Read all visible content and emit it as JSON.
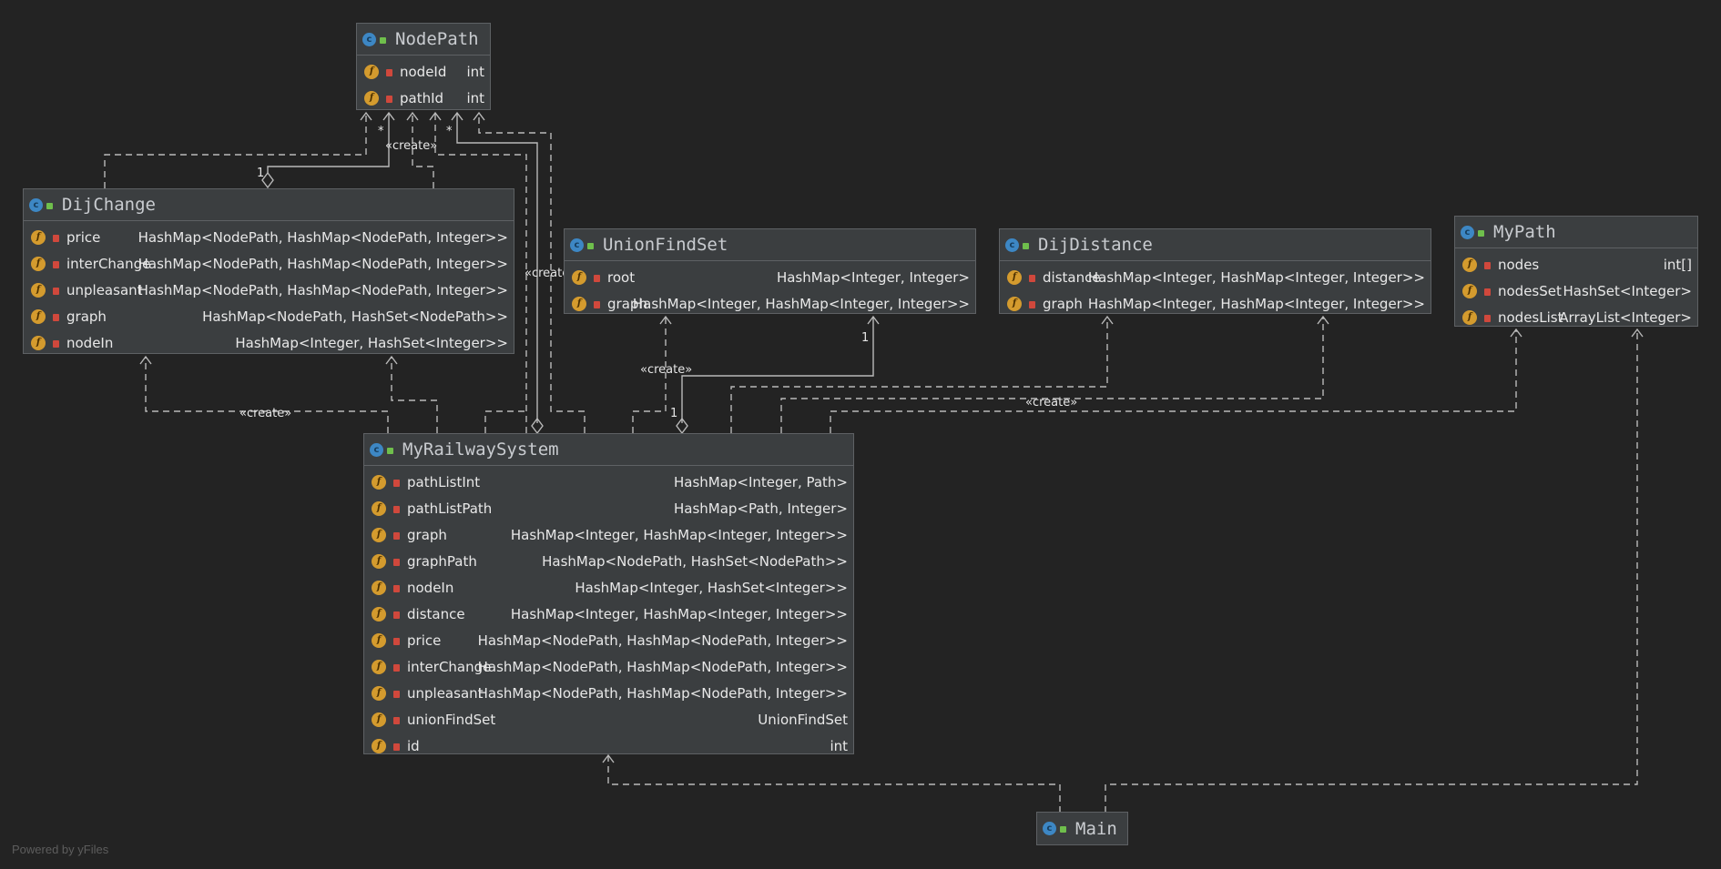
{
  "footer": {
    "watermark": "Powered by yFiles"
  },
  "stereotype_label": "«create»",
  "multiplicity": {
    "star": "*",
    "one": "1"
  },
  "icons": {
    "class": "class-icon",
    "field": "field-icon",
    "private": "lock-icon",
    "visibility": "public-visibility-icon"
  },
  "colors": {
    "background": "#232323",
    "node": "#3b3e40",
    "class_icon": "#3d87c4",
    "field_icon": "#d49b2e",
    "lock": "#d0483c",
    "edge": "#b9b9b9"
  },
  "classes": {
    "NodePath": {
      "title": "NodePath",
      "fields": [
        {
          "name": "nodeId",
          "type": "int"
        },
        {
          "name": "pathId",
          "type": "int"
        }
      ]
    },
    "DijChange": {
      "title": "DijChange",
      "fields": [
        {
          "name": "price",
          "type": "HashMap<NodePath, HashMap<NodePath, Integer>>"
        },
        {
          "name": "interChange",
          "type": "HashMap<NodePath, HashMap<NodePath, Integer>>"
        },
        {
          "name": "unpleasant",
          "type": "HashMap<NodePath, HashMap<NodePath, Integer>>"
        },
        {
          "name": "graph",
          "type": "HashMap<NodePath, HashSet<NodePath>>"
        },
        {
          "name": "nodeIn",
          "type": "HashMap<Integer, HashSet<Integer>>"
        }
      ]
    },
    "UnionFindSet": {
      "title": "UnionFindSet",
      "fields": [
        {
          "name": "root",
          "type": "HashMap<Integer, Integer>"
        },
        {
          "name": "graph",
          "type": "HashMap<Integer, HashMap<Integer, Integer>>"
        }
      ]
    },
    "DijDistance": {
      "title": "DijDistance",
      "fields": [
        {
          "name": "distance",
          "type": "HashMap<Integer, HashMap<Integer, Integer>>"
        },
        {
          "name": "graph",
          "type": "HashMap<Integer, HashMap<Integer, Integer>>"
        }
      ]
    },
    "MyPath": {
      "title": "MyPath",
      "fields": [
        {
          "name": "nodes",
          "type": "int[]"
        },
        {
          "name": "nodesSet",
          "type": "HashSet<Integer>"
        },
        {
          "name": "nodesList",
          "type": "ArrayList<Integer>"
        }
      ]
    },
    "MyRailwaySystem": {
      "title": "MyRailwaySystem",
      "fields": [
        {
          "name": "pathListInt",
          "type": "HashMap<Integer, Path>"
        },
        {
          "name": "pathListPath",
          "type": "HashMap<Path, Integer>"
        },
        {
          "name": "graph",
          "type": "HashMap<Integer, HashMap<Integer, Integer>>"
        },
        {
          "name": "graphPath",
          "type": "HashMap<NodePath, HashSet<NodePath>>"
        },
        {
          "name": "nodeIn",
          "type": "HashMap<Integer, HashSet<Integer>>"
        },
        {
          "name": "distance",
          "type": "HashMap<Integer, HashMap<Integer, Integer>>"
        },
        {
          "name": "price",
          "type": "HashMap<NodePath, HashMap<NodePath, Integer>>"
        },
        {
          "name": "interChange",
          "type": "HashMap<NodePath, HashMap<NodePath, Integer>>"
        },
        {
          "name": "unpleasant",
          "type": "HashMap<NodePath, HashMap<NodePath, Integer>>"
        },
        {
          "name": "unionFindSet",
          "type": "UnionFindSet"
        },
        {
          "name": "id",
          "type": "int"
        }
      ]
    },
    "Main": {
      "title": "Main",
      "fields": []
    }
  }
}
